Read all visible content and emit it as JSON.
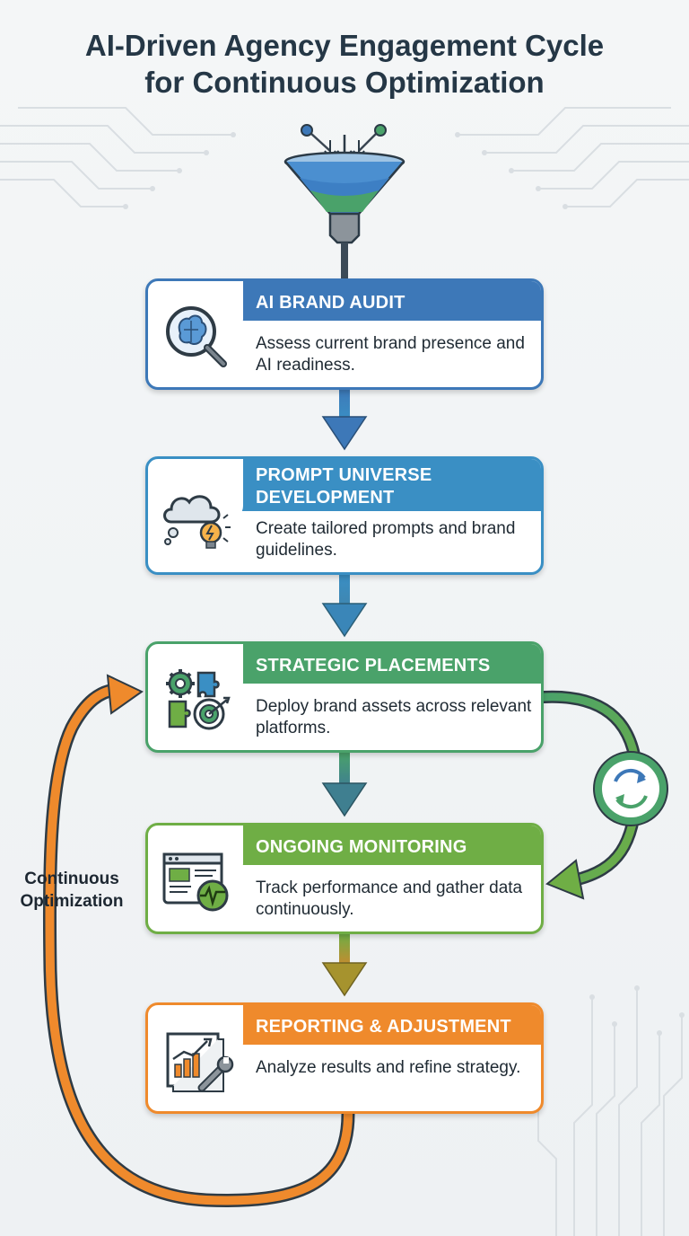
{
  "title": {
    "line1": "AI-Driven Agency Engagement Cycle",
    "line2": "for Continuous Optimization"
  },
  "steps": [
    {
      "title": "AI BRAND AUDIT",
      "desc": "Assess current brand presence and AI readiness.",
      "icon": "brain-magnifier-icon",
      "color": "#3d78b8"
    },
    {
      "title_line1": "PROMPT UNIVERSE",
      "title_line2": "DEVELOPMENT",
      "desc": "Create tailored prompts and brand guidelines.",
      "icon": "cloud-lightbulb-icon",
      "color": "#3a8fc4"
    },
    {
      "title": "STRATEGIC PLACEMENTS",
      "desc": "Deploy brand assets across relevant platforms.",
      "icon": "gears-puzzle-target-icon",
      "color": "#4aa26a"
    },
    {
      "title": "ONGOING MONITORING",
      "desc": "Track performance and gather data continuously.",
      "icon": "browser-pulse-icon",
      "color": "#6fae45"
    },
    {
      "title": "REPORTING & ADJUSTMENT",
      "desc": "Analyze results and refine strategy.",
      "icon": "chart-wrench-icon",
      "color": "#ef8a2c"
    }
  ],
  "loop": {
    "line1": "Continuous",
    "line2": "Optimization",
    "color": "#ef8a2c"
  },
  "feedback_icon": "refresh-cycle-icon"
}
